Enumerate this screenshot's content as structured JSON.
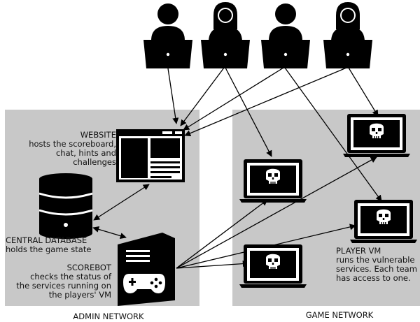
{
  "networks": {
    "admin": {
      "label": "ADMIN NETWORK",
      "fill": "#c8c8c8"
    },
    "game": {
      "label": "GAME NETWORK",
      "fill": "#c8c8c8"
    }
  },
  "players": [
    {
      "icon": "player-male-icon"
    },
    {
      "icon": "player-female-icon"
    },
    {
      "icon": "player-male-icon"
    },
    {
      "icon": "player-female-icon"
    }
  ],
  "website": {
    "icon": "browser-window-icon",
    "title": "WEBSITE",
    "lines": [
      "hosts the scoreboard,",
      "chat, hints and",
      "challenges"
    ]
  },
  "database": {
    "icon": "database-icon",
    "title": "CENTRAL DATABASE",
    "desc": "holds the game state"
  },
  "scorebot": {
    "icon": "scorebot-server-icon",
    "title": "SCOREBOT",
    "lines": [
      "checks the status of",
      "the services running on",
      "the players' VM"
    ]
  },
  "player_vm": {
    "icon": "skull-laptop-icon",
    "title": "PLAYER VM",
    "lines": [
      "runs the vulnerable",
      "services. Each team",
      "has access to one."
    ]
  },
  "colors": {
    "ink": "#000000",
    "panel": "#c8c8c8",
    "text": "#111111"
  }
}
